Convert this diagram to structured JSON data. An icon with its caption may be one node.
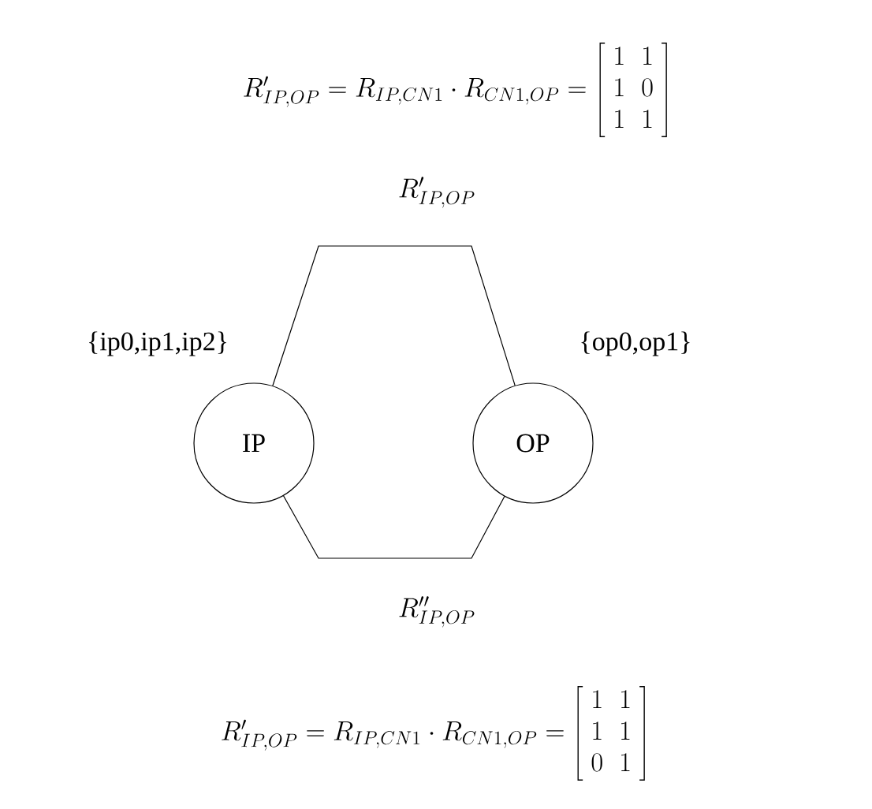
{
  "diagram": {
    "nodes": [
      {
        "text": [
          "IP"
        ],
        "beside": [
          "{ip0,ip1,ip2}"
        ]
      },
      {
        "text": [
          "OP"
        ],
        "beside": [
          "{op0,op1}"
        ]
      }
    ],
    "edges": [
      {
        "from": 0,
        "to": 1,
        "arrow": "none",
        "label": "R'_{IP,OP}"
      },
      {
        "from": 0,
        "to": 1,
        "arrow": "none",
        "label": "R''_{IP,OP}"
      }
    ],
    "labels": [
      "R'_{IP,OP} = R_{IP,CN1} \\cdot R_{CN1,OP} = \\left[\\begin{array}{cc} 1 & 1 \\\\ 1 & 0 \\\\ 1 & 1 \\end{array}\\right]",
      "R'_{IP,OP} = R_{IP,CN1} \\cdot R_{CN1,OP} = \\left[\\begin{array}{cc} 1 & 1 \\\\ 1 & 1 \\\\ 0 & 1 \\end{array}\\right]"
    ]
  }
}
